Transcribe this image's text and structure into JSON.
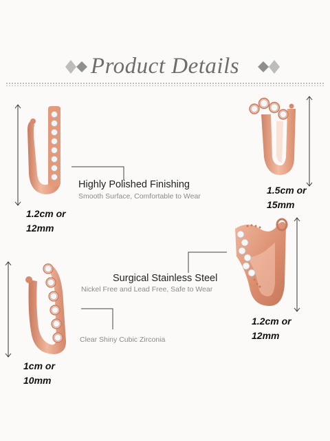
{
  "header": {
    "title": "Product Details"
  },
  "features": [
    {
      "title": "Highly Polished Finishing",
      "subtitle": "Smooth Surface,  Comfortable to Wear"
    },
    {
      "title": "Surgical Stainless Steel",
      "subtitle": "Nickel Free and Lead Free, Safe to Wear"
    },
    {
      "title": "",
      "subtitle": "Clear Shiny Cubic Zirconia"
    }
  ],
  "dimensions": [
    {
      "line1": "1.2cm or",
      "line2": "12mm"
    },
    {
      "line1": "1.5cm or",
      "line2": "15mm"
    },
    {
      "line1": "1.2cm or",
      "line2": "12mm"
    },
    {
      "line1": "1cm or",
      "line2": "10mm"
    }
  ],
  "colors": {
    "rose_gold": "#e8a58a",
    "rose_gold_dark": "#c97a5e",
    "text": "#222222",
    "subtext": "#8a8a8a",
    "title": "#6d6d6d"
  }
}
